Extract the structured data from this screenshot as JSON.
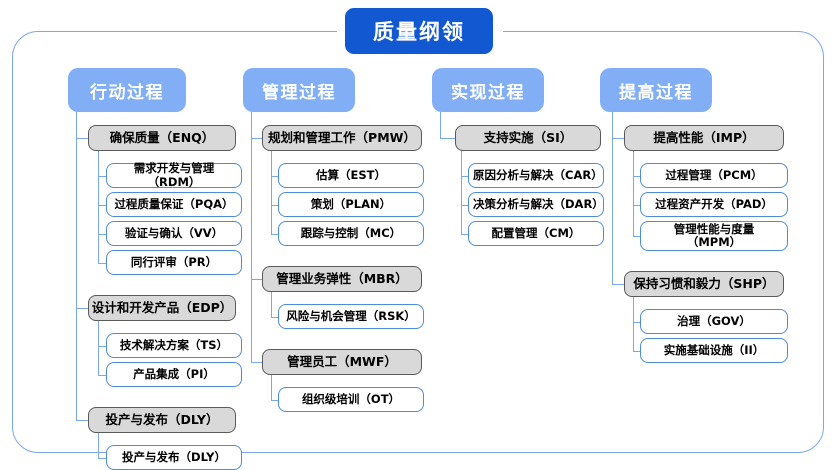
{
  "diagram": {
    "title": "质量纲领",
    "frame_color": "#7BA7F0",
    "title_color": "#1259D1",
    "header_color": "#82AEF5",
    "group_color": "#D9D9D9",
    "leaf_border_color": "#4E8CD9",
    "columns": [
      {
        "header": "行动过程",
        "groups": [
          {
            "label": "确保质量（ENQ）",
            "children": [
              {
                "label": "需求开发与管理（RDM）"
              },
              {
                "label": "过程质量保证（PQA）"
              },
              {
                "label": "验证与确认（VV）"
              },
              {
                "label": "同行评审（PR）"
              }
            ]
          },
          {
            "label": "设计和开发产品（EDP）",
            "children": [
              {
                "label": "技术解决方案（TS）"
              },
              {
                "label": "产品集成（PI）"
              }
            ]
          },
          {
            "label": "投产与发布（DLY）",
            "children": [
              {
                "label": "投产与发布（DLY）"
              }
            ]
          }
        ]
      },
      {
        "header": "管理过程",
        "groups": [
          {
            "label": "规划和管理工作（PMW）",
            "children": [
              {
                "label": "估算（EST）"
              },
              {
                "label": "策划（PLAN）"
              },
              {
                "label": "跟踪与控制（MC）"
              }
            ]
          },
          {
            "label": "管理业务弹性（MBR）",
            "children": [
              {
                "label": "风险与机会管理（RSK）"
              }
            ]
          },
          {
            "label": "管理员工（MWF）",
            "children": [
              {
                "label": "组织级培训（OT）"
              }
            ]
          }
        ]
      },
      {
        "header": "实现过程",
        "groups": [
          {
            "label": "支持实施（SI）",
            "children": [
              {
                "label": "原因分析与解决（CAR）"
              },
              {
                "label": "决策分析与解决（DAR）"
              },
              {
                "label": "配置管理（CM）"
              }
            ]
          }
        ]
      },
      {
        "header": "提高过程",
        "groups": [
          {
            "label": "提高性能（IMP）",
            "children": [
              {
                "label": "过程管理（PCM）"
              },
              {
                "label": "过程资产开发（PAD）"
              },
              {
                "label": "管理性能与度量\n（MPM）"
              }
            ]
          },
          {
            "label": "保持习惯和毅力（SHP）",
            "children": [
              {
                "label": "治理（GOV）"
              },
              {
                "label": "实施基础设施（II）"
              }
            ]
          }
        ]
      }
    ]
  }
}
